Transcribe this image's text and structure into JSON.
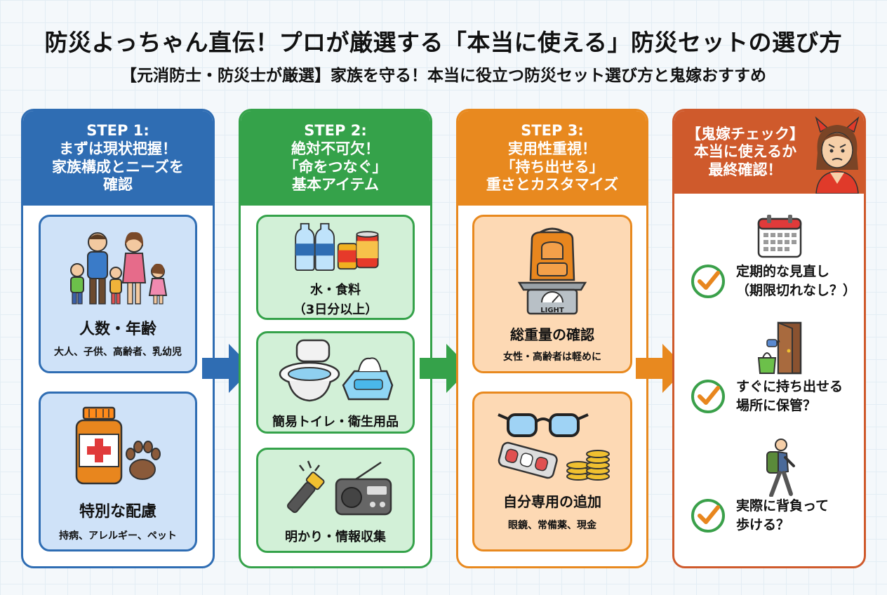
{
  "header": {
    "title": "防災よっちゃん直伝！プロが厳選する「本当に使える」防災セットの選び方",
    "subtitle": "【元消防士・防災士が厳選】家族を守る！本当に役立つ防災セット選び方と鬼嫁おすすめ"
  },
  "colors": {
    "step1": "#2f6db3",
    "step2": "#35a24a",
    "step3": "#e8891f",
    "step4": "#cf5a2c",
    "check": "#3aa04a"
  },
  "steps": [
    {
      "step": "STEP 1:",
      "lines": [
        "まずは現状把握！",
        "家族構成とニーズを",
        "確認"
      ],
      "cards": [
        {
          "icon": "family-icon",
          "title": "人数・年齢",
          "sub": "大人、子供、高齢者、乳幼児"
        },
        {
          "icon": "medicine-paw-icon",
          "title": "特別な配慮",
          "sub": "持病、アレルギー、ペット"
        }
      ]
    },
    {
      "step": "STEP 2:",
      "lines": [
        "絶対不可欠！",
        "「命をつなぐ」",
        "基本アイテム"
      ],
      "cards": [
        {
          "icon": "water-food-icon",
          "title": "水・食料",
          "sub": "（3日分以上）"
        },
        {
          "icon": "toilet-tissue-icon",
          "title": "簡易トイレ・衛生用品",
          "sub": ""
        },
        {
          "icon": "flashlight-radio-icon",
          "title": "明かり・情報収集",
          "sub": ""
        }
      ]
    },
    {
      "step": "STEP 3:",
      "lines": [
        "実用性重視！",
        "「持ち出せる」",
        "重さとカスタマイズ"
      ],
      "cards": [
        {
          "icon": "backpack-scale-icon",
          "title": "総重量の確認",
          "sub": "女性・高齢者は軽めに",
          "scale_label": "LIGHT"
        },
        {
          "icon": "glasses-coins-icon",
          "title": "自分専用の追加",
          "sub": "眼鏡、常備薬、現金"
        }
      ]
    },
    {
      "lines": [
        "【鬼嫁チェック】",
        "本当に使えるか",
        "最終確認！"
      ],
      "checks": [
        {
          "icon": "calendar-icon",
          "text": [
            "定期的な見直し",
            "（期限切れなし？）"
          ]
        },
        {
          "icon": "door-bag-icon",
          "text": [
            "すぐに持ち出せる",
            "場所に保管？"
          ]
        },
        {
          "icon": "hiker-icon",
          "text": [
            "実際に背負って",
            "歩ける？"
          ]
        }
      ]
    }
  ]
}
